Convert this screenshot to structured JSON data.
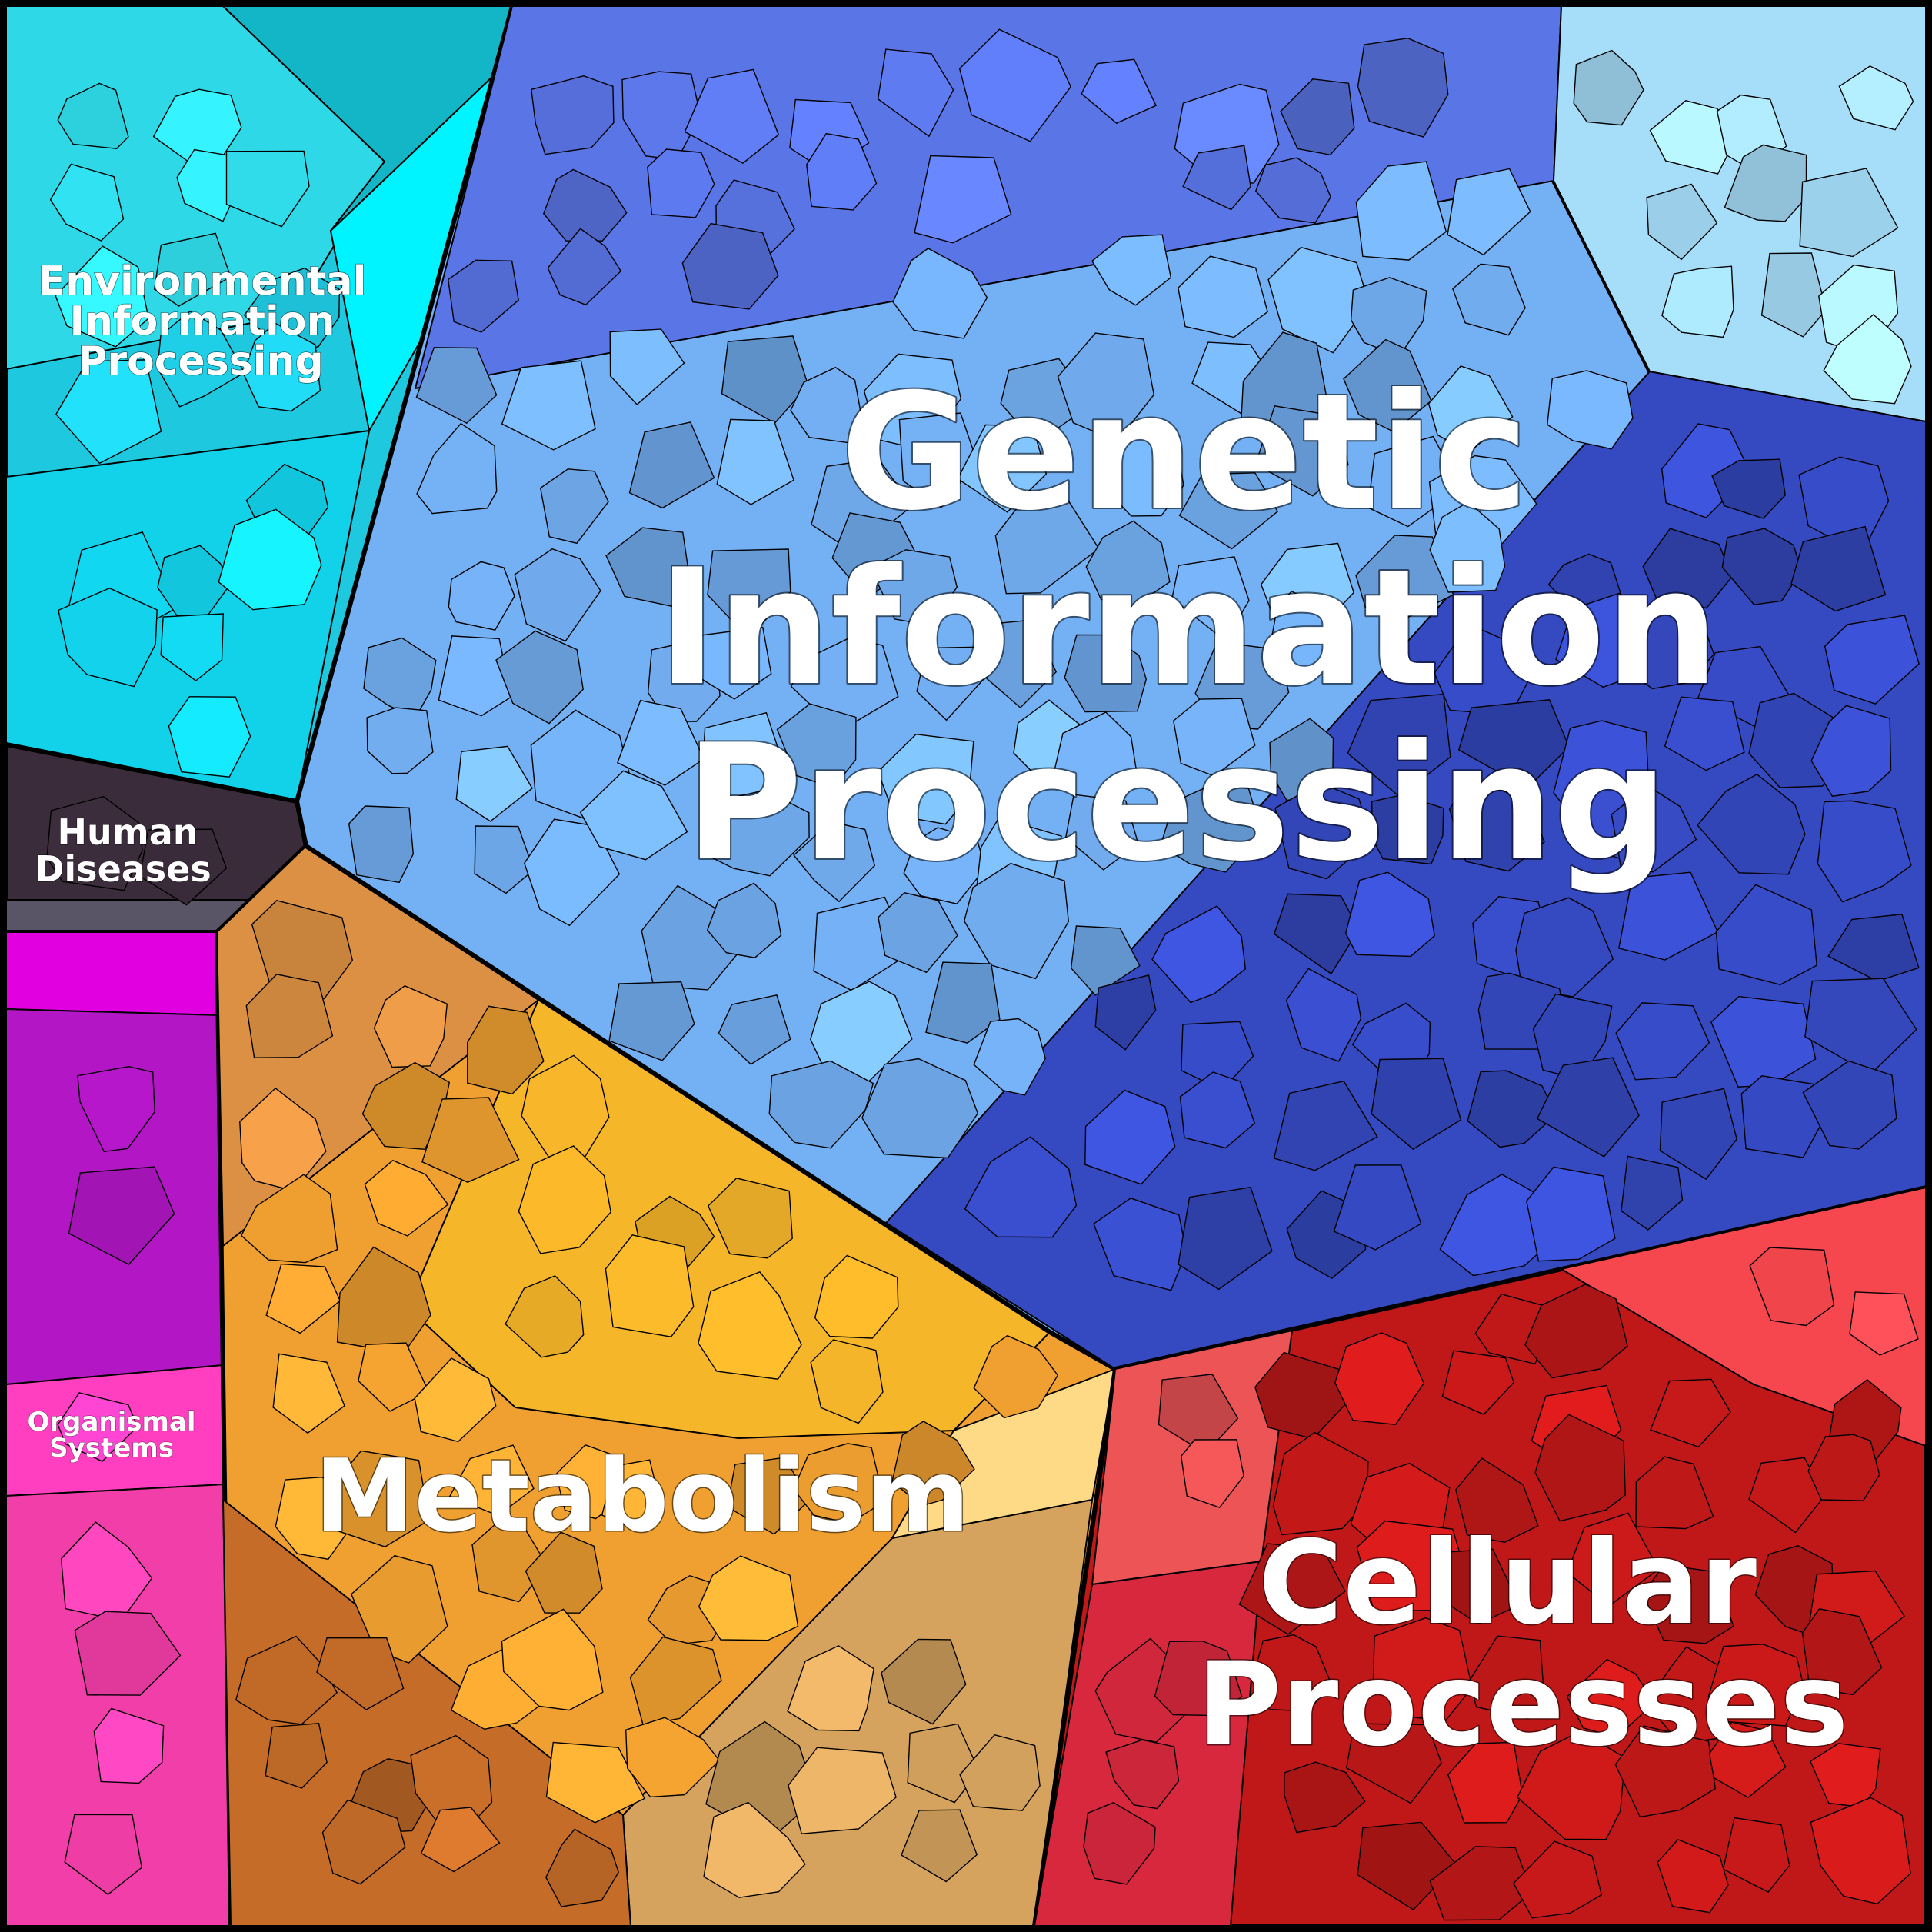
{
  "diagram": {
    "type": "voronoi-treemap",
    "regions": [
      {
        "id": "genetic",
        "label_lines": [
          "Genetic",
          "Information",
          "Processing"
        ],
        "color": "#6ea6f2",
        "accent": "#3549c0"
      },
      {
        "id": "cellular",
        "label_lines": [
          "Cellular",
          "Processes"
        ],
        "color": "#c4121e"
      },
      {
        "id": "metabolism",
        "label_lines": [
          "Metabolism"
        ],
        "color": "#f0a830"
      },
      {
        "id": "environmental",
        "label_lines": [
          "Environmental",
          "Information",
          "Processing"
        ],
        "color": "#22d3e6"
      },
      {
        "id": "human",
        "label_lines": [
          "Human",
          "Diseases"
        ],
        "color": "#3b2f3a"
      },
      {
        "id": "organismal",
        "label_lines": [
          "Organismal",
          "Systems"
        ],
        "color": "#e23fb0"
      }
    ]
  }
}
